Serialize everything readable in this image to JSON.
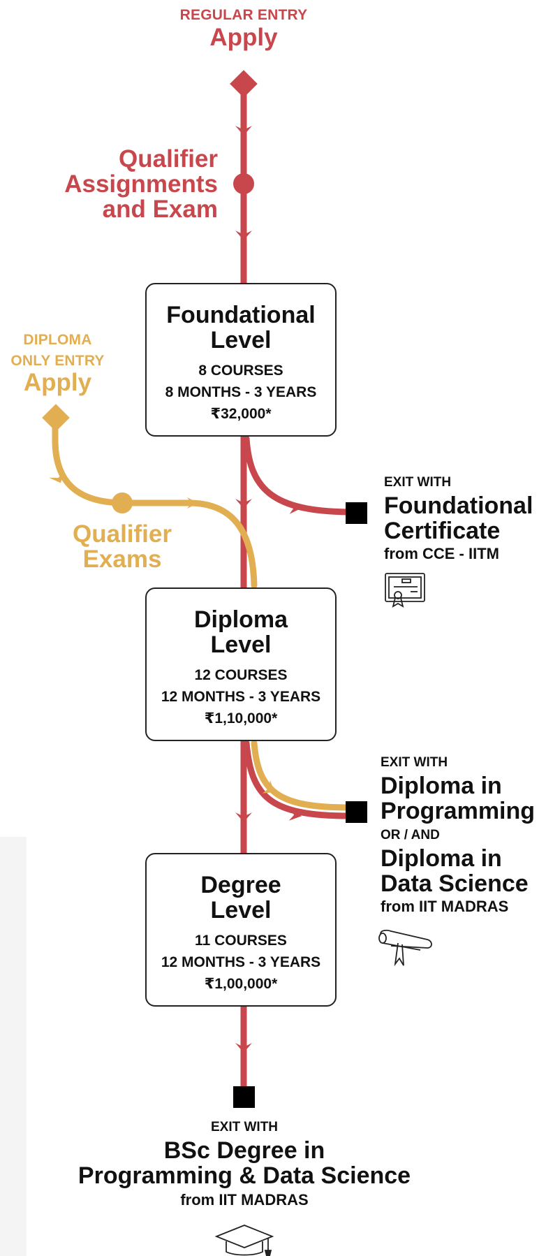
{
  "regular_entry": {
    "label": "REGULAR ENTRY",
    "apply": "Apply",
    "qualifier_lines": [
      "Qualifier",
      "Assignments",
      "and Exam"
    ]
  },
  "diploma_entry": {
    "label_lines": [
      "DIPLOMA",
      "ONLY ENTRY"
    ],
    "apply": "Apply",
    "qualifier_lines": [
      "Qualifier",
      "Exams"
    ]
  },
  "levels": [
    {
      "title_lines": [
        "Foundational",
        "Level"
      ],
      "courses": "8 COURSES",
      "duration": "8 MONTHS - 3 YEARS",
      "fee": "₹32,000*"
    },
    {
      "title_lines": [
        "Diploma",
        "Level"
      ],
      "courses": "12 COURSES",
      "duration": "12 MONTHS - 3 YEARS",
      "fee": "₹1,10,000*"
    },
    {
      "title_lines": [
        "Degree",
        "Level"
      ],
      "courses": "11 COURSES",
      "duration": "12 MONTHS - 3 YEARS",
      "fee": "₹1,00,000*"
    }
  ],
  "exits": {
    "foundational": {
      "label": "EXIT WITH",
      "title_lines": [
        "Foundational",
        "Certificate"
      ],
      "from": "from CCE - IITM",
      "icon": "certificate-icon"
    },
    "diploma": {
      "label": "EXIT WITH",
      "title1_lines": [
        "Diploma in",
        "Programming"
      ],
      "or_and": "OR / AND",
      "title2_lines": [
        "Diploma in",
        "Data Science"
      ],
      "from": "from IIT MADRAS",
      "icon": "scroll-diploma-icon"
    },
    "degree": {
      "label": "EXIT WITH",
      "title_lines": [
        "BSc Degree in",
        "Programming & Data Science"
      ],
      "from": "from IIT MADRAS",
      "icon": "graduation-cap-icon"
    }
  },
  "colors": {
    "regular_path": "#c8474c",
    "diploma_path": "#e2ae52",
    "exit_marker": "#000000",
    "box_border": "#222222"
  }
}
